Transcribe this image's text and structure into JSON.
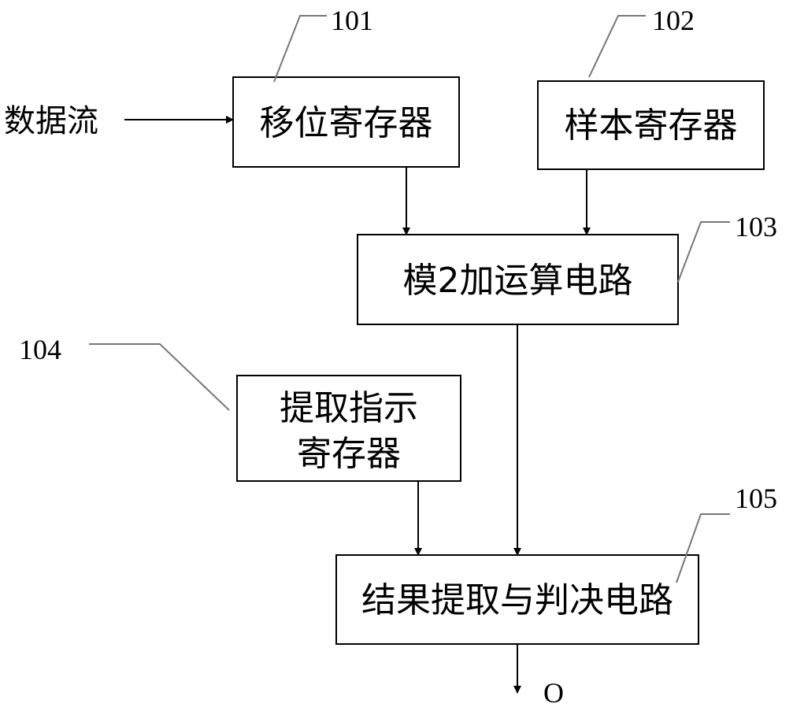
{
  "input_label": "数据流",
  "output_label": "O",
  "blocks": {
    "shift_register": {
      "ref": "101",
      "label": "移位寄存器"
    },
    "sample_register": {
      "ref": "102",
      "label": "样本寄存器"
    },
    "mod2_adder": {
      "ref": "103",
      "label": "模2加运算电路"
    },
    "extract_register": {
      "ref": "104",
      "line1": "提取指示",
      "line2": "寄存器"
    },
    "result_decision": {
      "ref": "105",
      "label": "结果提取与判决电路"
    }
  }
}
